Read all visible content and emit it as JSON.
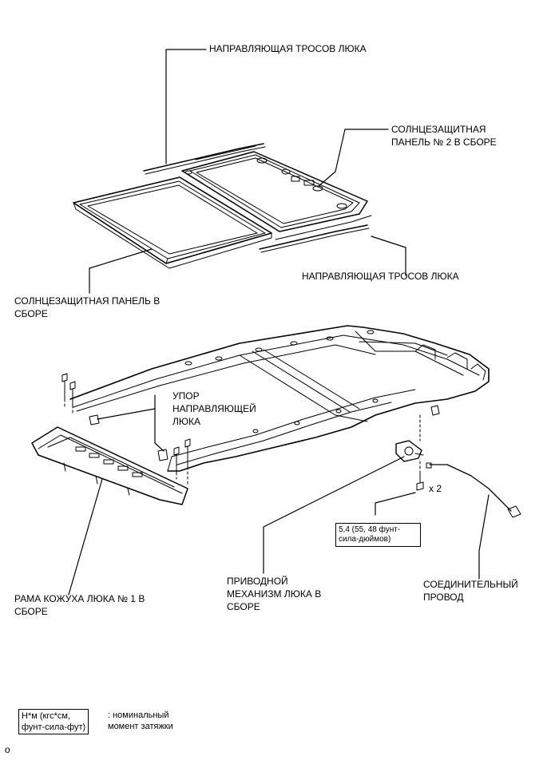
{
  "labels": {
    "guide_top": "НАПРАВЛЯЮЩАЯ ТРОСОВ ЛЮКА",
    "sunshade2_l1": "СОЛНЦЕЗАЩИТНАЯ",
    "sunshade2_l2": "ПАНЕЛЬ № 2 В СБОРЕ",
    "guide_bottom": "НАПРАВЛЯЮЩАЯ ТРОСОВ ЛЮКА",
    "sunshade_l1": "СОЛНЦЕЗАЩИТНАЯ ПАНЕЛЬ В",
    "sunshade_l2": "СБОРЕ",
    "stop_l1": "УПОР",
    "stop_l2": "НАПРАВЛЯЮЩЕЙ",
    "stop_l3": "ЛЮКА",
    "qty": "x 2",
    "drive_l1": "ПРИВОДНОЙ",
    "drive_l2": "МЕХАНИЗМ ЛЮКА В",
    "drive_l3": "СБОРЕ",
    "wire_l1": "СОЕДИНИТЕЛЬНЫЙ",
    "wire_l2": "ПРОВОД",
    "frame_l1": "РАМА КОЖУХА ЛЮКА № 1 В",
    "frame_l2": "СБОРЕ"
  },
  "torque": {
    "l1": "5,4 (55, 48 фунт-",
    "l2": "сила-дюймов)"
  },
  "legend": {
    "box_l1": "Н*м (кгс*см,",
    "box_l2": "фунт-сила-фут)",
    "text_l1": ": номинальный",
    "text_l2": "момент затяжки"
  },
  "corner_mark": "o"
}
